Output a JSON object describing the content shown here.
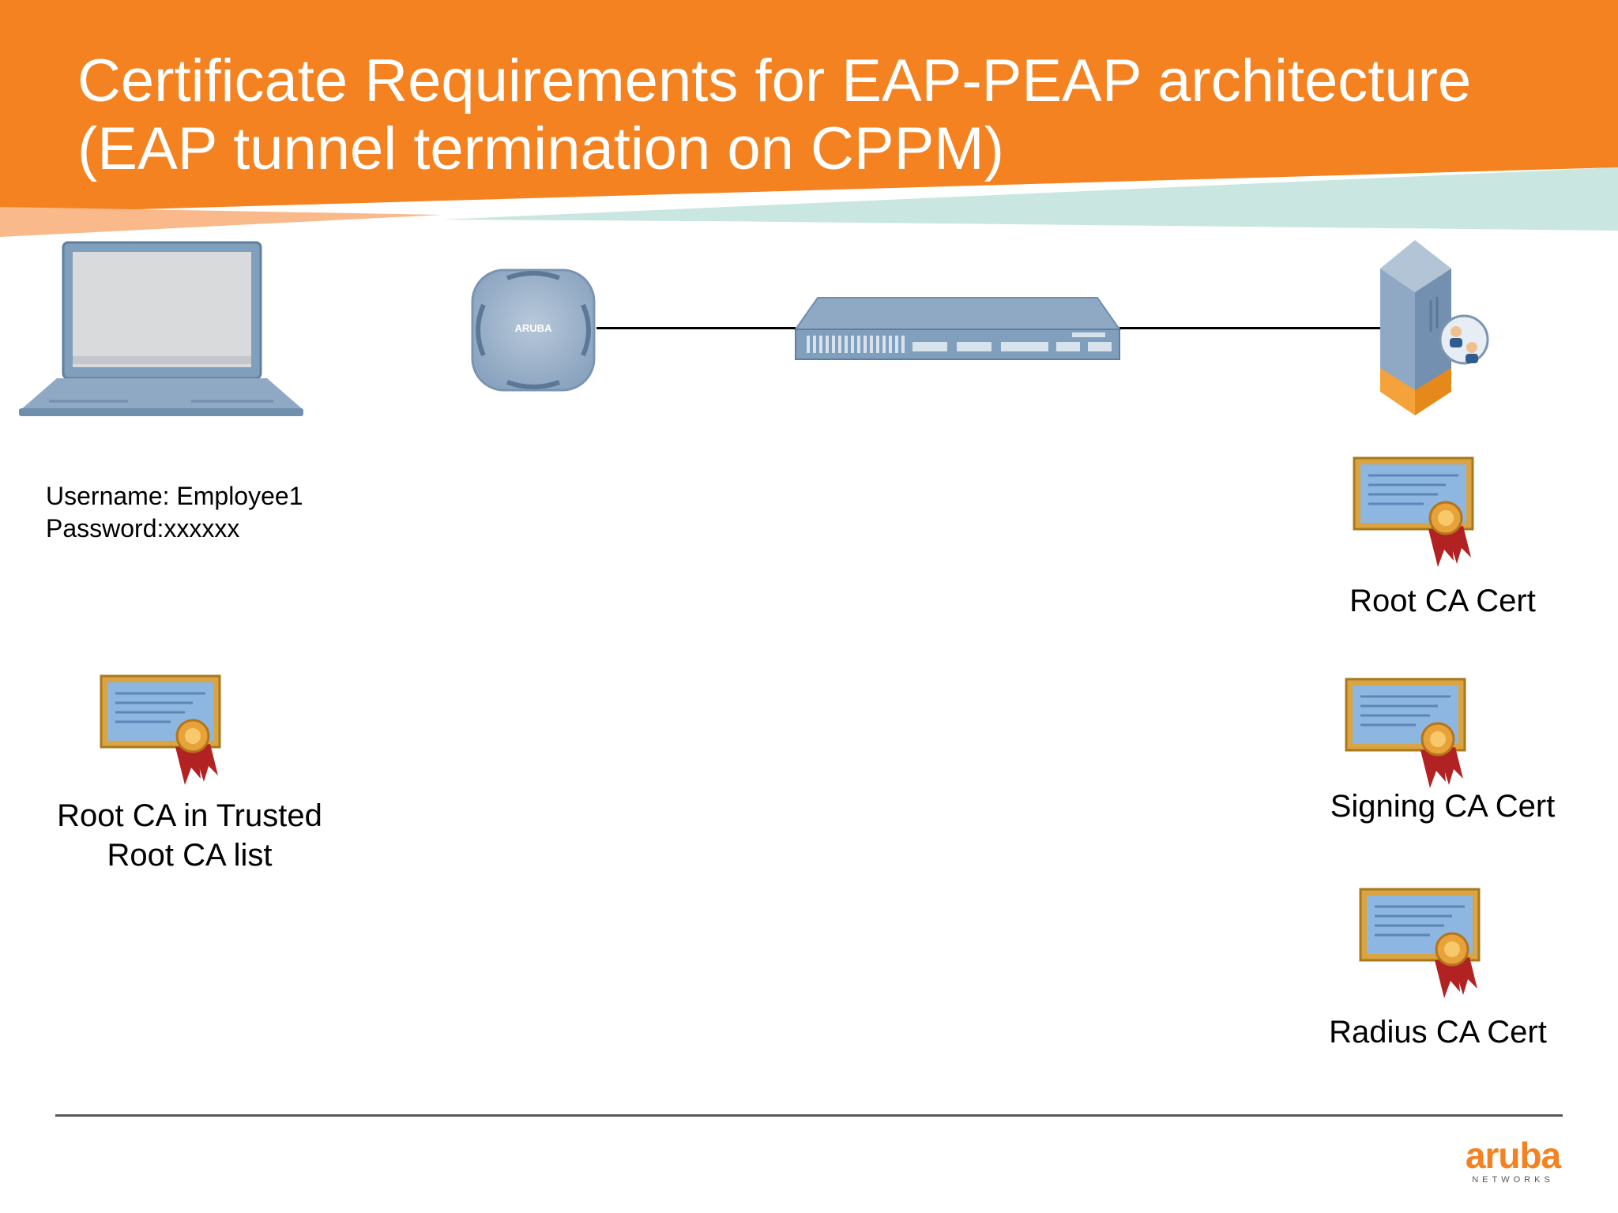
{
  "title": {
    "line1": "Certificate Requirements for EAP-PEAP architecture",
    "line2": "(EAP tunnel termination on CPPM)"
  },
  "colors": {
    "banner_orange": "#f58220",
    "banner_teal": "#c9e6e0",
    "device_blue": "#8fa9c4",
    "link": "#000000"
  },
  "devices": [
    {
      "id": "client",
      "icon": "laptop-icon"
    },
    {
      "id": "access-point",
      "icon": "access-point-icon",
      "label": "ARUBA"
    },
    {
      "id": "controller",
      "icon": "controller-icon"
    },
    {
      "id": "cppm",
      "icon": "server-icon"
    }
  ],
  "client": {
    "username": "Username: Employee1",
    "password": "Password:xxxxxx",
    "cert_caption_line1": "Root CA in Trusted",
    "cert_caption_line2": "Root CA list"
  },
  "server_certs": [
    {
      "label": "Root CA Cert",
      "icon": "certificate-icon"
    },
    {
      "label": "Signing CA Cert",
      "icon": "certificate-icon"
    },
    {
      "label": "Radius CA Cert",
      "icon": "certificate-icon"
    }
  ],
  "logo": {
    "word": "aruba",
    "sub": "NETWORKS"
  }
}
